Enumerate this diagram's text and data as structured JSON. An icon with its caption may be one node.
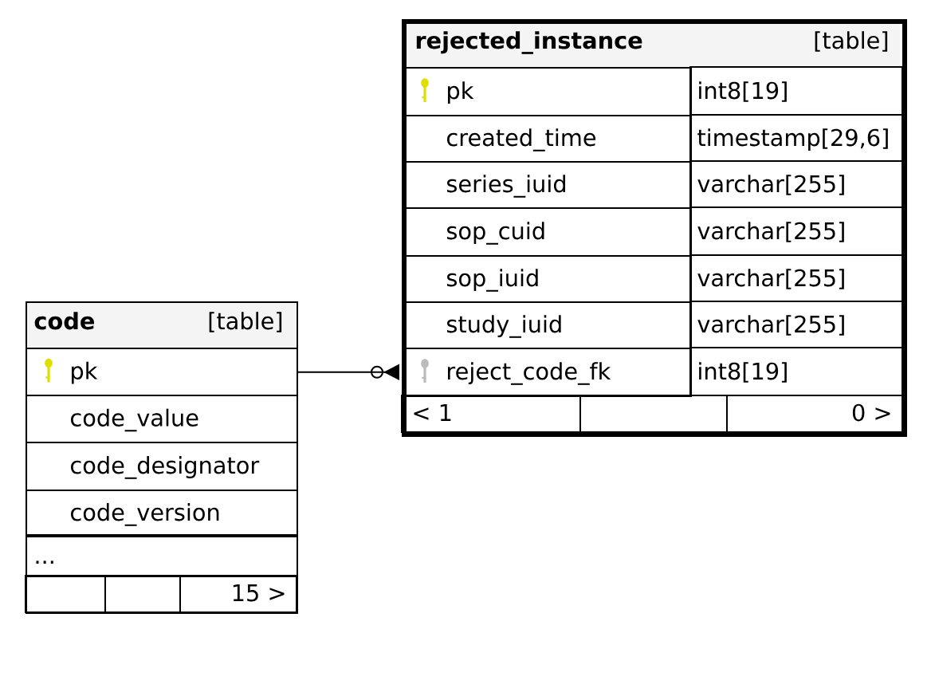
{
  "diagram": {
    "nodes": [
      {
        "text": [
          "rejected_instance",
          "[table]"
        ]
      },
      {
        "text": [
          "pk",
          "int8[19]"
        ],
        "in": 0
      },
      {
        "text": [
          "created_time",
          "timestamp[29,6]"
        ],
        "in": 0
      },
      {
        "text": [
          "series_iuid",
          "varchar[255]"
        ],
        "in": 0
      },
      {
        "text": [
          "sop_cuid",
          "varchar[255]"
        ],
        "in": 0
      },
      {
        "text": [
          "sop_iuid",
          "varchar[255]"
        ],
        "in": 0
      },
      {
        "text": [
          "study_iuid",
          "varchar[255]"
        ],
        "in": 0
      },
      {
        "text": [
          "reject_code_fk",
          "int8[19]"
        ],
        "in": 0
      },
      {
        "text": [
          "< 1",
          "0 >"
        ],
        "in": 0
      },
      {
        "text": [
          "code",
          "[table]"
        ]
      },
      {
        "text": [
          "pk"
        ],
        "in": 9
      },
      {
        "text": [
          "code_value"
        ],
        "in": 9
      },
      {
        "text": [
          "code_designator"
        ],
        "in": 9
      },
      {
        "text": [
          "code_version"
        ],
        "in": 9
      },
      {
        "text": [
          "..."
        ],
        "in": 9
      },
      {
        "text": [
          "15 >"
        ],
        "in": 9
      }
    ],
    "edges": [
      {
        "from": 10,
        "to": 7,
        "arrow": "other"
      }
    ]
  }
}
